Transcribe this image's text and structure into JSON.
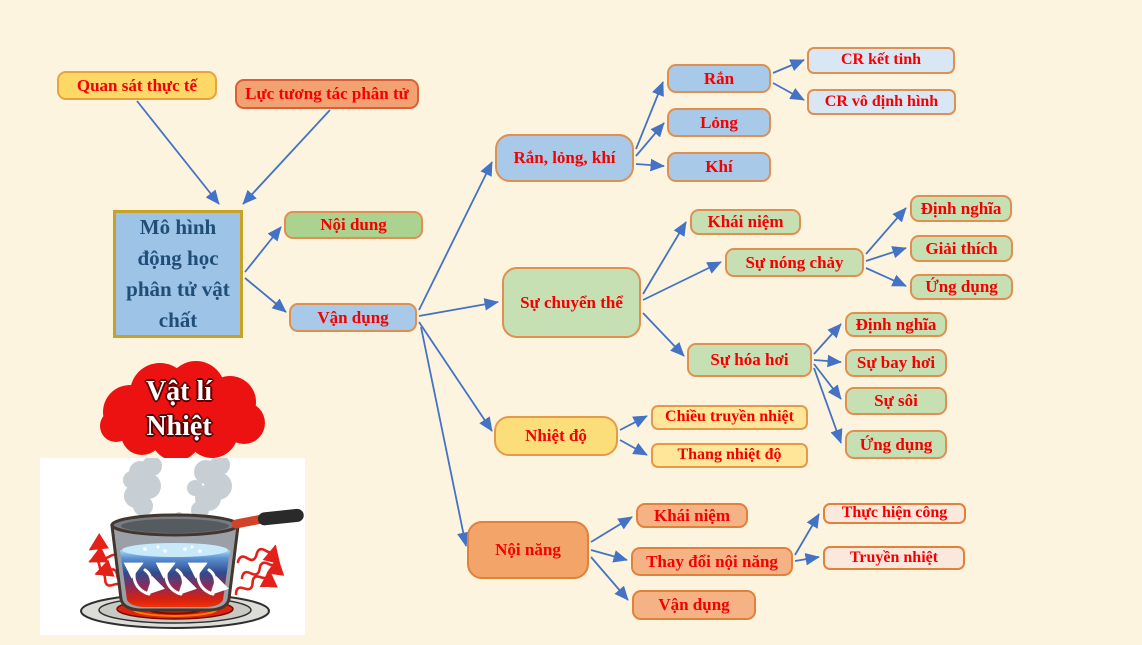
{
  "title": "Vật lí Nhiệt mind map",
  "cloud": {
    "line1": "Vật lí",
    "line2": "Nhiệt"
  },
  "nodes": {
    "quan_sat": "Quan sát thực tế",
    "luc_tuong_tac": "Lực tương tác phân tử",
    "mo_hinh": "Mô hình động học phân tử vật chất",
    "noi_dung": "Nội dung",
    "van_dung": "Vận dụng",
    "ran_long_khi": "Rắn, lỏng, khí",
    "ran": "Rắn",
    "long": "Lỏng",
    "khi": "Khí",
    "cr_ket_tinh": "CR kết tinh",
    "cr_vo_dinh_hinh": "CR vô định hình",
    "su_chuyen_the": "Sự chuyển thể",
    "khai_niem_1": "Khái niệm",
    "su_nong_chay": "Sự nóng chảy",
    "dinh_nghia_1": "Định nghĩa",
    "giai_thich": "Giải thích",
    "ung_dung_1": "Ứng dụng",
    "su_hoa_hoi": "Sự hóa hơi",
    "dinh_nghia_2": "Định nghĩa",
    "su_bay_hoi": "Sự bay hơi",
    "su_soi": "Sự sôi",
    "ung_dung_2": "Ứng dụng",
    "nhiet_do": "Nhiệt độ",
    "chieu_truyen_nhiet": "Chiều truyền nhiệt",
    "thang_nhiet_do": "Thang nhiệt độ",
    "noi_nang": "Nội năng",
    "khai_niem_2": "Khái niệm",
    "thay_doi_noi_nang": "Thay đổi nội năng",
    "thuc_hien_cong": "Thực hiện công",
    "truyen_nhiet": "Truyền nhiệt",
    "van_dung_2": "Vận dụng"
  },
  "colors": {
    "background": "#FDF4DF",
    "arrow": "#4472C4",
    "node_text": "#F50000",
    "root_fill": "#9DC3E6",
    "root_border": "#C9A127",
    "root_text": "#1F4E79",
    "cloud_fill": "#EC1212",
    "cloud_text": "#FFFFFF",
    "border_orange": "#DF9050"
  }
}
